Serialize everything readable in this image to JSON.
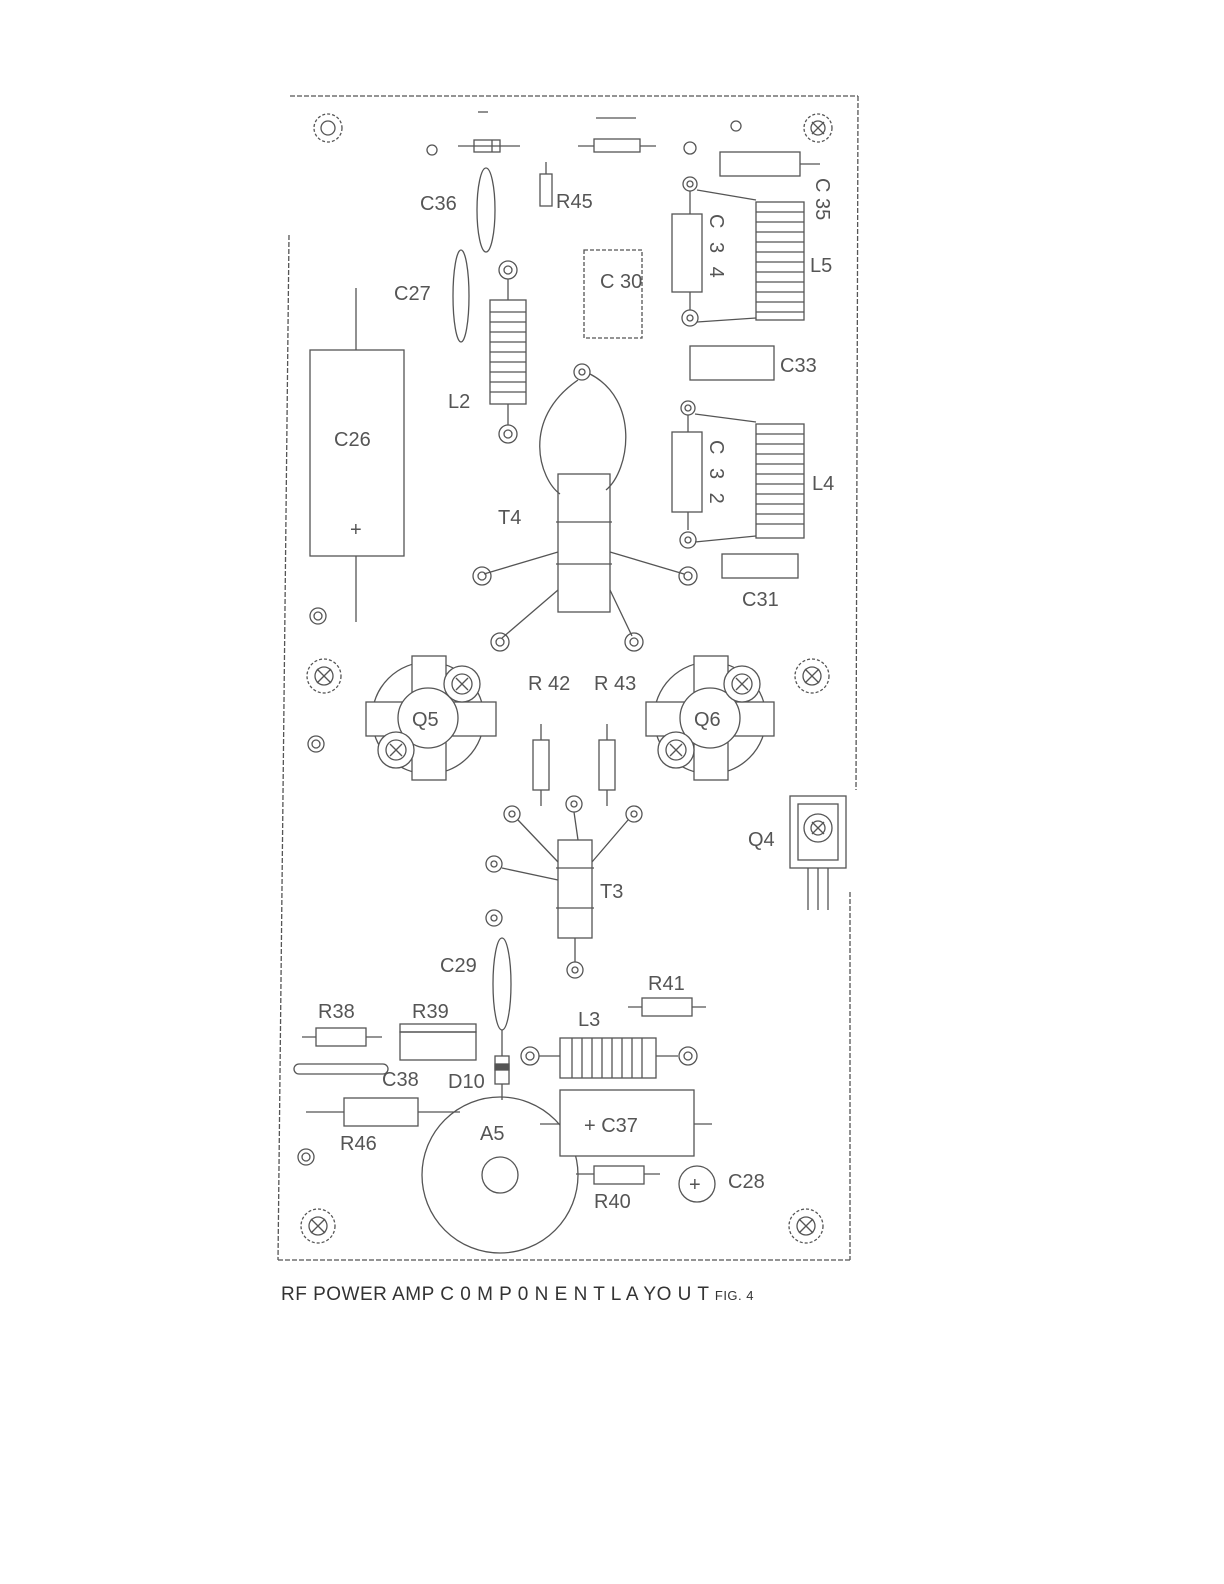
{
  "diagram": {
    "labels": {
      "c36": "C36",
      "r45": "R45",
      "c27": "C27",
      "c30": "C 30",
      "c34": "C 3 4",
      "l5": "L5",
      "c35": "C 35",
      "c33": "C33",
      "l2": "L2",
      "c26": "C26",
      "c26_plus": "+",
      "t4": "T4",
      "c32": "C 3 2",
      "l4": "L4",
      "c31": "C31",
      "q5": "Q5",
      "q6": "Q6",
      "r42": "R 42",
      "r43": "R 43",
      "q4": "Q4",
      "t3": "T3",
      "c29": "C29",
      "r41": "R41",
      "r38": "R38",
      "r39": "R39",
      "l3": "L3",
      "c38": "C38",
      "d10": "D10",
      "c37": "+ C37",
      "a5": "A5",
      "r46": "R46",
      "r40": "R40",
      "c28": "C28",
      "c28_plus": "+"
    }
  },
  "caption": {
    "main": "RF POWER AMP C 0 M P 0 N E N T L A YO U T",
    "fig": "FIG. 4"
  }
}
